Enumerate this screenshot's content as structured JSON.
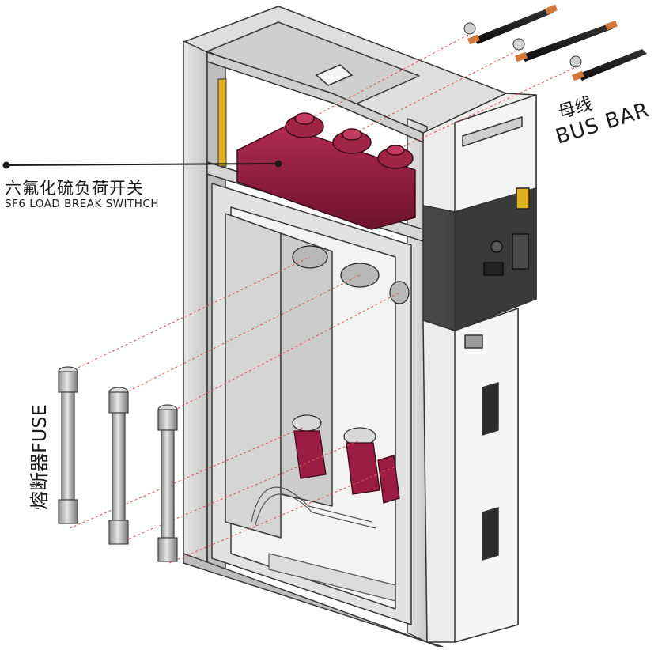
{
  "labels": {
    "sf6_cn": "六氟化硫负荷开关",
    "sf6_en": "SF6 LOAD BREAK SWITHCH",
    "busbar_cn": "母线",
    "busbar_en": "BUS BAR",
    "fuse": "熔断器FUSE"
  },
  "colors": {
    "frame": "#d9d9d9",
    "frame_edge": "#444444",
    "switch_red": "#8b1a3a",
    "insulator_red": "#9b1d45",
    "dark_panel": "#3d3d3d",
    "copper": "#d4783a",
    "leader_dash": "#d9534f",
    "yellow": "#e0b020"
  }
}
